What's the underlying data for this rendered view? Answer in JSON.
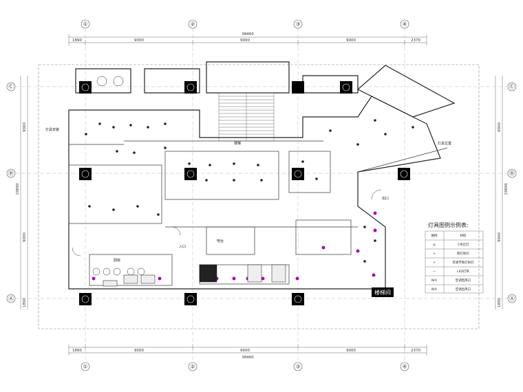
{
  "grid": {
    "columns": [
      "①",
      "②",
      "③",
      "④"
    ],
    "rows": [
      "Ⓒ",
      "Ⓑ",
      "Ⓐ"
    ]
  },
  "dimensions": {
    "top_total": "38460",
    "top_segments": [
      "1890",
      "9000",
      "9000",
      "9000",
      "2370"
    ],
    "bottom_total": "38460",
    "bottom_segments": [
      "1890",
      "9000",
      "9000",
      "9000",
      "2370"
    ],
    "left_segments": [
      "9000",
      "9000",
      "1890"
    ],
    "left_total": "19890",
    "right_segments": [
      "9000",
      "9000",
      "1890"
    ],
    "right_total": "19890"
  },
  "legend": {
    "title": "灯具图例示例表:",
    "header_symbol": "图例",
    "header_name": "材料",
    "rows": [
      {
        "symbol": "◎",
        "name": "C吊灯灯"
      },
      {
        "symbol": "+",
        "name": "筒灯射灯"
      },
      {
        "symbol": "+",
        "name": "可调节筒灯射灯"
      },
      {
        "symbol": "—",
        "name": "LED灯带"
      },
      {
        "symbol": "N/A",
        "name": "空调回风口"
      },
      {
        "symbol": "N/A",
        "name": "空调出风口"
      }
    ]
  },
  "room_labels": {
    "entrance": "入口",
    "stairs": "楼梯",
    "bar": "吧台",
    "exit": "出口",
    "kitchen_label": "厨房"
  },
  "annotations": {
    "side_note": "灯具安装",
    "ceiling_note": "灯具位置"
  },
  "stamp": "楼梯间"
}
